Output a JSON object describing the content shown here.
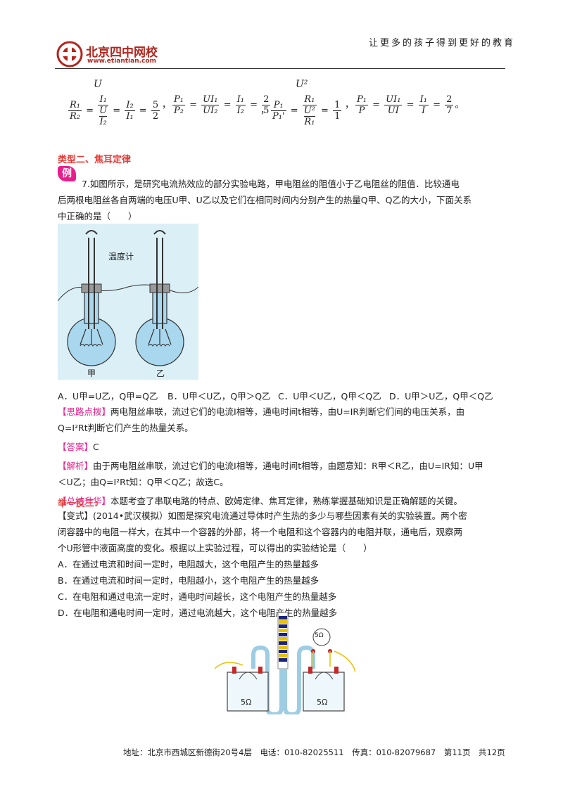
{
  "header": {
    "logo_text": "北京四中网校",
    "logo_url": "www.etiantian.com",
    "slogan": "让更多的孩子得到更好的教育"
  },
  "formulas": {
    "f1": {
      "lhs_num": "R₁",
      "lhs_den": "R₂",
      "mid_num": "I₁",
      "mid_den": "I₂",
      "mid2_num": "5",
      "mid2_den": "2",
      "top": "U",
      "u_num": "U",
      "u_den": "I₂",
      "i_den": "I₁"
    },
    "f2": {
      "lhs_num": "P₁",
      "lhs_den": "P₂",
      "a_num": "UI₁",
      "a_den": "UI₂",
      "b_num": "I₁",
      "b_den": "I₂",
      "c_num": "2",
      "c_den": "5"
    },
    "f3": {
      "top": "U²",
      "lhs_num": "P₁",
      "lhs_den": "P₁'",
      "a_num": "R₁",
      "a_den": "U²",
      "a_sub": "R₁",
      "c_num": "1",
      "c_den": "1"
    },
    "f4": {
      "lhs_num": "P₁",
      "lhs_den": "P",
      "a_num": "UI₁",
      "a_den": "UI",
      "b_num": "I₁",
      "b_den": "I",
      "c_num": "2",
      "c_den": "7",
      "end": "。"
    }
  },
  "section2": {
    "title": "类型二、焦耳定律",
    "badge": "例"
  },
  "q7": {
    "line1": "7.如图所示，是研究电流热效应的部分实验电路，甲电阻丝的阻值小于乙电阻丝的阻值．比较通电",
    "line2": "后两根电阻丝各自两端的电压U甲、U乙以及它们在相同时间内分别产生的热量Q甲、Q乙的大小，下面关系",
    "line3": "中正确的是（　　）",
    "figure_label_thermo": "温度计",
    "figure_label_a": "甲",
    "figure_label_b": "乙",
    "optA": "A．U甲=U乙，Q甲=Q乙",
    "optB": "B．U甲＜U乙，Q甲＞Q乙",
    "optC": "C．U甲＜U乙，Q甲＜Q乙",
    "optD": "D．U甲＞U乙，Q甲＜Q乙"
  },
  "analysis": {
    "hint_label": "【思路点拨】",
    "hint_text1": "两电阻丝串联，流过它们的电流I相等，通电时间t相等，由U=IR判断它们间的电压关系，由",
    "hint_text2": "Q=I²Rt判断它们产生的热量关系。",
    "answer_label": "【答案】",
    "answer_text": "C",
    "explain_label": "【解析】",
    "explain_text1": "由于两电阻丝串联，流过它们的电流I相等，通电时间t相等，由题意知：R甲＜R乙，由U=IR知：U甲",
    "explain_text2": "＜U乙；由Q=I²Rt知：Q甲＜Q乙；故选C。",
    "summary_label": "【总结升华】",
    "summary_text": "本题考查了串联电路的特点、欧姆定律、焦耳定律，熟练掌握基础知识是正确解题的关键。"
  },
  "practice": {
    "title": "举一反三:",
    "line1": "【变式】(2014•武汉模拟）如图是探究电流通过导体时产生热的多少与哪些因素有关的实验装置。两个密",
    "line2": "闭容器中的电阻一样大，在其中一个容器的外部，将一个电阻和这个容器内的电阻并联，通电后，观察两",
    "line3": "个U形管中液面高度的变化。根据以上实验过程，可以得出的实验结论是（　　）",
    "optA": "A．在通过电流和时间一定时，电阻越大，这个电阻产生的热量越多",
    "optB": "B．在通过电流和时间一定时，电阻越小，这个电阻产生的热量越多",
    "optC": "C．在电阻和通过电流一定时，通电时间越长，这个电阻产生的热量越多",
    "optD": "D．在电阻和通电时间一定时，通过电流越大，这个电阻产生的热量越多",
    "fig_r_top": "5Ω",
    "fig_r_left": "5Ω",
    "fig_r_right": "5Ω"
  },
  "footer": {
    "address": "地址：北京市西城区新德街20号4层　电话：010-82025511　传真：010-82079687",
    "page": "第11页　共12页"
  }
}
